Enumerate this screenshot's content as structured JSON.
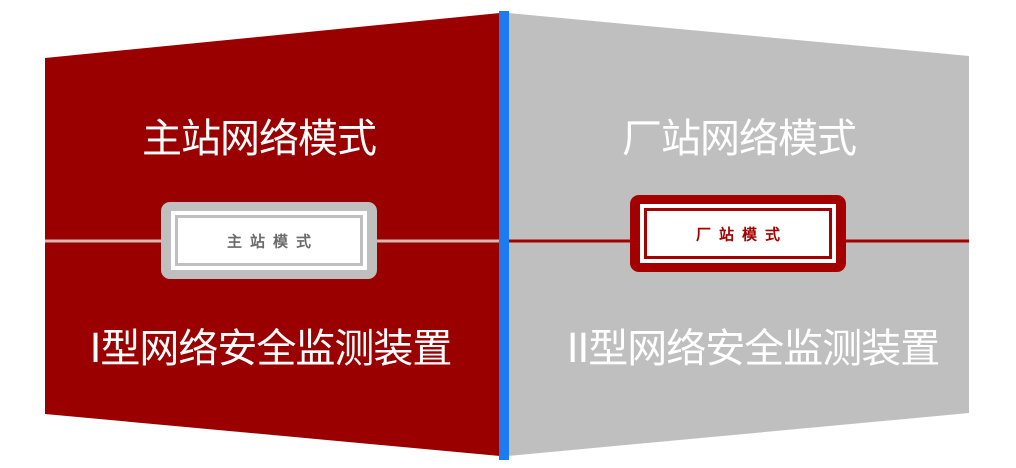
{
  "colors": {
    "left_panel": "#9b0000",
    "right_panel": "#bfbfbf",
    "divider": "#1a7cf0",
    "left_line": "#d9b6b6",
    "right_line": "#a50000",
    "text_light": "#ffffff"
  },
  "left_panel": {
    "title": "主站网络模式",
    "badge_label": "主站模式",
    "device_label": "I型网络安全监测装置"
  },
  "right_panel": {
    "title": "厂站网络模式",
    "badge_label": "厂站模式",
    "device_label": "II型网络安全监测装置"
  }
}
